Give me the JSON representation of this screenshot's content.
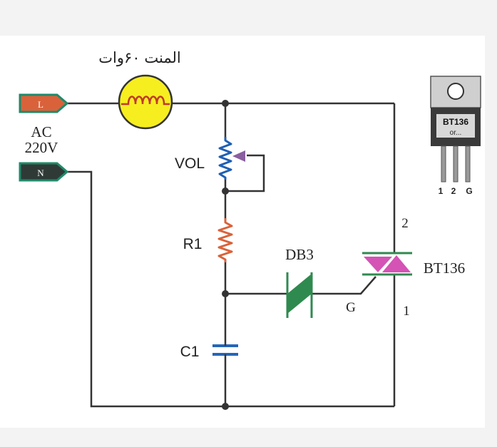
{
  "diagram": {
    "lamp_label": "المنت ۶۰وات",
    "terminal_L": "L",
    "terminal_N": "N",
    "source_line1": "AC",
    "source_line2": "220V",
    "pot_label": "VOL",
    "resistor_label": "R1",
    "diac_label": "DB3",
    "triac_label": "BT136",
    "gate_label": "G",
    "mt2_label": "2",
    "mt1_label": "1",
    "cap_label": "C1",
    "package": {
      "part_text": "BT136",
      "sub_text": "or...",
      "pin_labels": [
        "1",
        "2",
        "G"
      ]
    }
  },
  "colors": {
    "wire": "#333333",
    "terminal_L_fill": "#d9623b",
    "terminal_N_fill": "#2f3a36",
    "terminal_border": "#1f8a6a",
    "lamp_fill": "#f7ee1f",
    "lamp_coil": "#c0392b",
    "pot_fill": "#1f5fb3",
    "pot_wiper": "#8a5fa0",
    "resistor": "#d9623b",
    "diac": "#2f8a4f",
    "triac": "#d453b5",
    "capacitor": "#2466b8"
  }
}
